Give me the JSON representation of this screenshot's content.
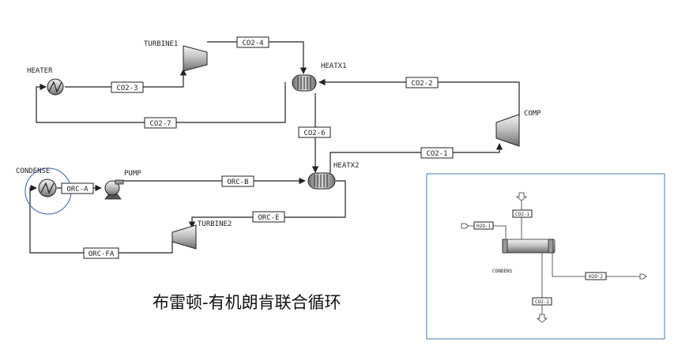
{
  "blocks": {
    "heater": "HEATER",
    "turbine1": "TURBINE1",
    "heatx1": "HEATX1",
    "comp": "COMP",
    "heatx2": "HEATX2",
    "condense": "CONDENSE",
    "pump": "PUMP",
    "turbine2": "TURBINE2"
  },
  "streams": {
    "co2_1": "CO2-1",
    "co2_2": "CO2-2",
    "co2_3": "CO2-3",
    "co2_4": "CO2-4",
    "co2_6": "CO2-6",
    "co2_7": "CO2-7",
    "orc_a": "ORC-A",
    "orc_b": "ORC-B",
    "orc_e": "ORC-E",
    "orc_fa": "ORC-FA"
  },
  "caption": "布雷顿-有机朗肯联合循环",
  "inset": {
    "block": "CONDENS",
    "streams": {
      "co2_1": "CO2-1",
      "co2_2": "CO2-2",
      "h2o_1": "H2O-1",
      "h2o_2": "H2O-2"
    }
  },
  "colors": {
    "highlight_circle": "#3a5fb0",
    "inset_border": "#4a78a8",
    "line": "#222222"
  }
}
